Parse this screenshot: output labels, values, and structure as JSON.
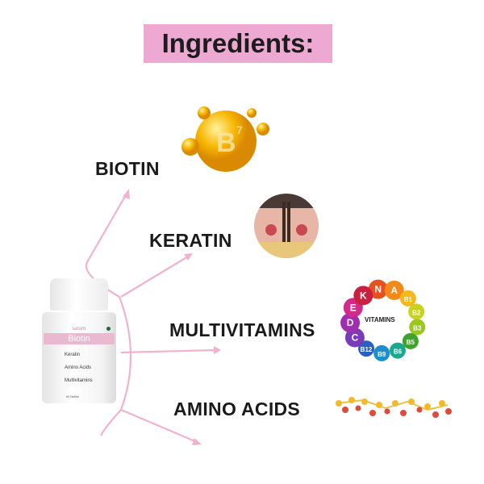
{
  "title": "Ingredients:",
  "ingredients": [
    {
      "label": "BIOTIN",
      "icon": "biotin-b7-orb-icon"
    },
    {
      "label": "KERATIN",
      "icon": "hair-follicle-icon"
    },
    {
      "label": "MULTIVITAMINS",
      "icon": "vitamin-ring-icon"
    },
    {
      "label": "AMINO ACIDS",
      "icon": "amino-acid-chain-icon"
    }
  ],
  "biotin_icon_text": "B7",
  "vitamins": {
    "center": "VITAMINS",
    "balls": [
      "N",
      "A",
      "B1",
      "B2",
      "B3",
      "B5",
      "B6",
      "B9",
      "B12",
      "C",
      "D",
      "E",
      "K"
    ],
    "colors": [
      "#e8501f",
      "#f28a1b",
      "#f2b81c",
      "#c9d21e",
      "#9cc71e",
      "#3fa52a",
      "#1aa98e",
      "#1c8ed0",
      "#2b5fc1",
      "#7a3bb8",
      "#a02fb0",
      "#d12a8a",
      "#c9213f"
    ]
  },
  "bottle": {
    "brand": "saturn",
    "name": "Biotin",
    "lines": [
      "Keratin",
      "Amino Acids",
      "Multivitamins"
    ],
    "count": "60 Tablets"
  },
  "colors": {
    "accent": "#eda9d1",
    "arrow": "#f0b2cc"
  }
}
